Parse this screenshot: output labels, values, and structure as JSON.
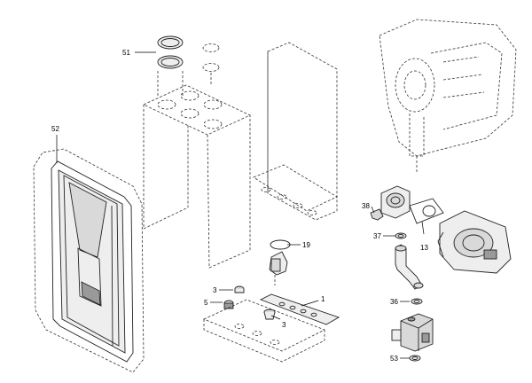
{
  "callouts": {
    "c51": "51",
    "c52": "52",
    "c3a": "3",
    "c5": "5",
    "c19": "19",
    "c1": "1",
    "c3b": "3",
    "c38": "38",
    "c37": "37",
    "c13": "13",
    "c36": "36",
    "c53": "53"
  }
}
